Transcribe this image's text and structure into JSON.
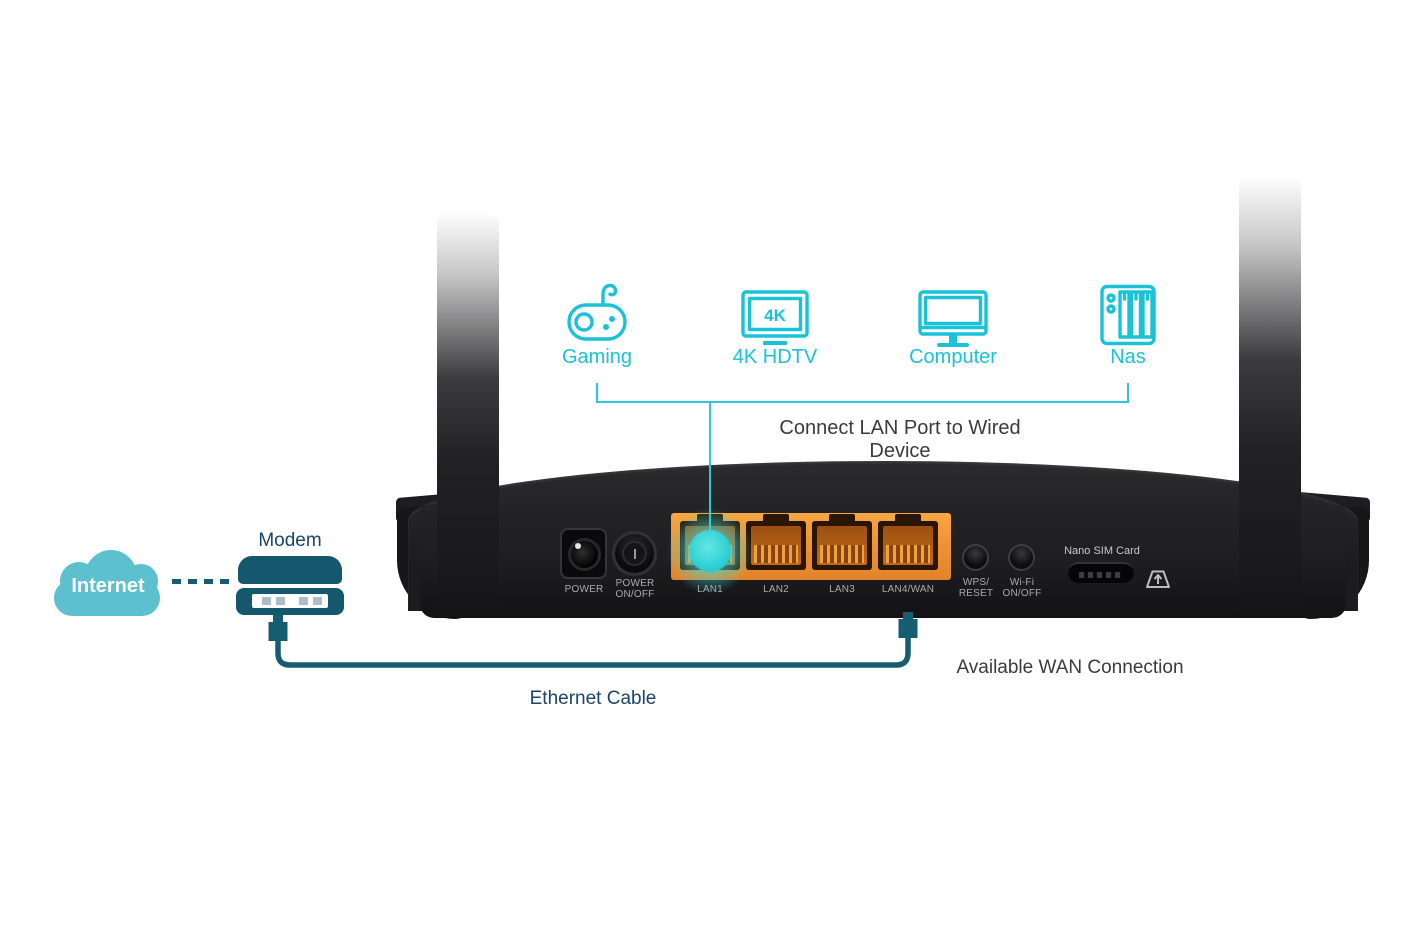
{
  "colors": {
    "accent_teal": "#19c2d6",
    "cloud_teal": "#5cc0cf",
    "cable_teal": "#175d72",
    "navy_text": "#1b436b",
    "gray_text": "#3b3b3d",
    "port_orange": "#f0953a",
    "lan1_glow": "#35d8dc"
  },
  "wired_devices": {
    "caption": "Connect LAN Port to Wired Device",
    "items": [
      {
        "name": "gaming",
        "label": "Gaming"
      },
      {
        "name": "4k-hdtv",
        "label": "4K HDTV",
        "screen_text": "4K"
      },
      {
        "name": "computer",
        "label": "Computer"
      },
      {
        "name": "nas",
        "label": "Nas"
      }
    ]
  },
  "wan_side": {
    "internet_label": "Internet",
    "modem_label": "Modem",
    "ethernet_cable_label": "Ethernet Cable",
    "wan_note": "Available WAN Connection"
  },
  "router_panel": {
    "power_jack": "POWER",
    "power_switch_line1": "POWER",
    "power_switch_line2": "ON/OFF",
    "lan_ports": [
      "LAN1",
      "LAN2",
      "LAN3",
      "LAN4/WAN"
    ],
    "highlighted_port": "LAN1",
    "wps_line1": "WPS/",
    "wps_line2": "RESET",
    "wifi_line1": "Wi-Fi",
    "wifi_line2": "ON/OFF",
    "sim_label": "Nano SIM Card"
  }
}
